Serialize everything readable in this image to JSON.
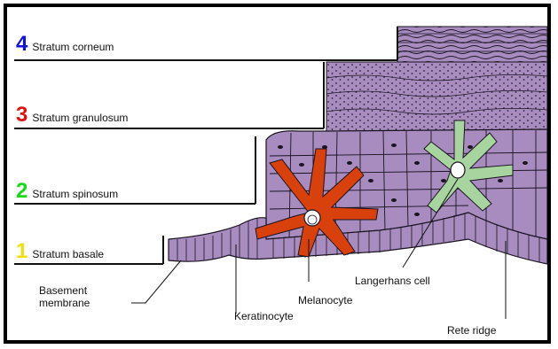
{
  "layers": [
    {
      "number": "4",
      "name": "Stratum corneum",
      "color": "#1010e0"
    },
    {
      "number": "3",
      "name": "Stratum granulosum",
      "color": "#e01010"
    },
    {
      "number": "2",
      "name": "Stratum spinosum",
      "color": "#18d818"
    },
    {
      "number": "1",
      "name": "Stratum basale",
      "color": "#f0e000"
    }
  ],
  "callouts": {
    "basement_membrane_line1": "Basement",
    "basement_membrane_line2": "membrane",
    "keratinocyte": "Keratinocyte",
    "melanocyte": "Melanocyte",
    "langerhans": "Langerhans cell",
    "rete_ridge": "Rete ridge"
  },
  "colors": {
    "cell_fill": "#a88cc0",
    "cell_outline": "#1a1320",
    "melanocyte": "#d8400c",
    "langerhans": "#a8d4a0"
  }
}
